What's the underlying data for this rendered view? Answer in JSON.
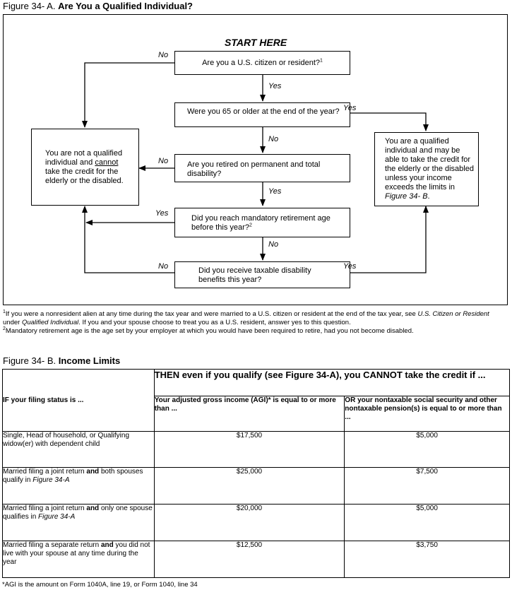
{
  "figure_a": {
    "title_prefix": "Figure 34- A.",
    "title": "Are You a Qualified Individual?",
    "start_here": "START HERE",
    "q1": "Are you a U.S. citizen or resident?",
    "q1_sup": "1",
    "q2": "Were you 65 or older at the end of the year?",
    "q3": "Are you retired on permanent and total disability?",
    "q4": "Did you reach mandatory retirement age before this year?",
    "q4_sup": "2",
    "q5": "Did you receive taxable disability benefits this year?",
    "not_qualified_1": "You are not a qualified individual and ",
    "not_qualified_cannot": "cannot",
    "not_qualified_2": " take the credit for the elderly or the disabled.",
    "qualified_1": "You are a qualified individual and may be able to take the credit for the elderly or the disabled unless your income exceeds the limits in ",
    "qualified_ref": "Figure 34- B",
    "qualified_end": ".",
    "labels": {
      "no": "No",
      "yes": "Yes"
    },
    "footnote1_sup": "1",
    "footnote1_a": "If you were a nonresident alien at any time during the tax year and were married to a U.S. citizen or resident at the end of the tax year, see ",
    "footnote1_i1": "U.S. Citizen or Resident",
    "footnote1_b": " under ",
    "footnote1_i2": "Qualified Individual",
    "footnote1_c": ". If you and your spouse choose to treat you as a U.S. resident, answer yes to this question.",
    "footnote2_sup": "2",
    "footnote2": "Mandatory retirement age is the age set by your employer at which you would have been required to retire, had you not become disabled."
  },
  "figure_b": {
    "title_prefix": "Figure 34- B.",
    "title": "Income Limits",
    "if_header": "IF your filing status is ...",
    "then_header": "THEN even if you qualify (see Figure 34-A), you CANNOT take the credit if ...",
    "col_agi": "Your adjusted gross income (AGI)* is equal to or more than ...",
    "col_nontax": "OR your nontaxable social security and other nontaxable pension(s) is equal to or more than ...",
    "rows": [
      {
        "s1": "Single, Head of household, or Qualifying widow(er) with dependent child",
        "b": "",
        "s2": "",
        "it": "",
        "agi": "$17,500",
        "nontax": "$5,000"
      },
      {
        "s1": "Married filing a joint return ",
        "b": "and",
        "s2": " both spouses qualify in ",
        "it": "Figure 34-A",
        "agi": "$25,000",
        "nontax": "$7,500"
      },
      {
        "s1": "Married filing a joint return ",
        "b": "and",
        "s2": " only one spouse qualifies in ",
        "it": "Figure 34-A",
        "agi": "$20,000",
        "nontax": "$5,000"
      },
      {
        "s1": "Married filing a separate return ",
        "b": "and",
        "s2": " you did not live with your spouse at any time during the year",
        "it": "",
        "agi": "$12,500",
        "nontax": "$3,750"
      }
    ],
    "agi_note": "*AGI is the amount on Form 1040A, line 19, or Form 1040, line 34"
  }
}
